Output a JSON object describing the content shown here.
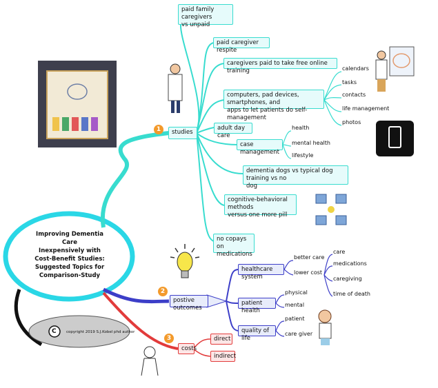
{
  "center": {
    "lines": [
      "Improving Dementia Care",
      "Inexpensively with",
      "Cost-Benefit Studies:",
      "Suggested Topics for",
      "Comparison-Study"
    ]
  },
  "branches": {
    "studies": {
      "num": "1",
      "label": "studies"
    },
    "outcomes": {
      "num": "2",
      "label": "postive outcomes"
    },
    "costs": {
      "num": "3",
      "label": "costs"
    }
  },
  "studies_items": {
    "paid_family": [
      "paid family caregivers",
      "vs unpaid"
    ],
    "respite": "paid caregiver respite",
    "online_training": "caregivers paid to take free online training",
    "devices": [
      "computers, pad devices, smartphones, and",
      "apps to let patients do self-management"
    ],
    "day_care": "adult day care",
    "case_mgmt": "case management",
    "dogs": [
      "dementia dogs vs typical dog training vs no",
      "dog"
    ],
    "cbt": [
      "cognitive-behavioral methods",
      "versus one more pill"
    ],
    "copays": [
      "no copays on",
      "medications"
    ]
  },
  "devices_sub": [
    "calendars",
    "tasks",
    "contacts",
    "life management",
    "photos"
  ],
  "case_sub": [
    "health",
    "mental health",
    "lifestyle"
  ],
  "outcomes_items": {
    "healthcare": "healthcare system",
    "patient_health": "patient health",
    "quality": "quality of life"
  },
  "healthcare_sub": {
    "better_care": "better care",
    "lower_cost": "lower cost"
  },
  "lower_cost_sub": [
    "care",
    "medications",
    "caregiving",
    "time of death"
  ],
  "patient_health_sub": [
    "physical",
    "mental"
  ],
  "quality_sub": [
    "patient",
    "care giver"
  ],
  "costs_items": [
    "direct",
    "indirect"
  ],
  "copyright": "copyright 2019 S.J.Kobel phd author",
  "copyright_symbol": "C",
  "colors": {
    "cyan": "#38dccf",
    "blue": "#3c3ec8",
    "red": "#e23b3b",
    "orange": "#f39a2b"
  }
}
